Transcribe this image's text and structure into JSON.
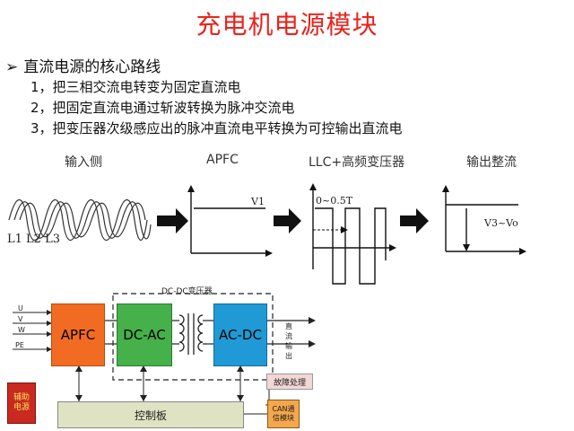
{
  "title": "充电机电源模块",
  "core_path": {
    "heading": "直流电源的核心路线",
    "steps": [
      "1，把三相交流电转变为固定直流电",
      "2，把固定直流电通过斩波转换为脉冲交流电",
      "3，把变压器次级感应出的脉冲直流电平转换为可控输出直流电"
    ]
  },
  "stages": {
    "input_label": "输入侧",
    "input_phases": "L1 L2 L3",
    "apfc_label": "APFC",
    "apfc_level": "V1",
    "llc_label": "LLC+高频变压器",
    "llc_period": "0~0.5T",
    "rect_label": "输出整流",
    "rect_level": "V3~Vo"
  },
  "block_diagram": {
    "inputs": [
      "U",
      "V",
      "W",
      "PE"
    ],
    "apfc": "APFC",
    "dcdc_group": "DC-DC变压器",
    "dc_ac": "DC-AC",
    "ac_dc": "AC-DC",
    "dc_output": "直流输出",
    "fault": "故障处理",
    "aux_power": "辅助电源",
    "control_board": "控制板",
    "can_module": "CAN通信模块"
  },
  "colors": {
    "title_red": "#e8231c",
    "apfc_orange": "#f26b22",
    "block_green": "#46b04a",
    "block_blue": "#1f9ad6",
    "control_olive": "#dfe3c2",
    "aux_red": "#c9291e",
    "fault_pink": "#f3d6d6",
    "can_orange": "#f4a74b"
  }
}
